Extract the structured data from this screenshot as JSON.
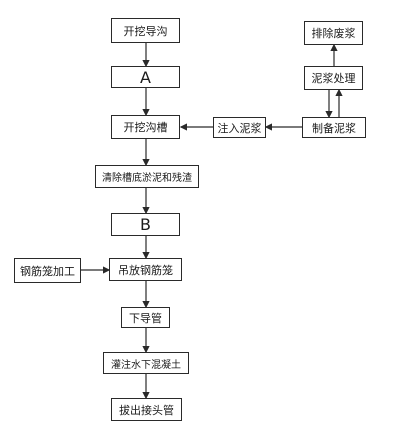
{
  "nodes": {
    "kaiwa_daogou": "开挖导沟",
    "step_a": "A",
    "kaiwa_gaocao": "开挖沟槽",
    "qingchu": "清除槽底淤泥和残渣",
    "step_b": "B",
    "diaofang": "吊放钢筋笼",
    "xiadaoguan": "下导管",
    "guanzhu": "灌注水下混凝土",
    "bachu": "拔出接头管",
    "paichu": "排除废浆",
    "nijiang_chuli": "泥浆处理",
    "zhiubei": "制备泥浆",
    "zhuru": "注入泥浆",
    "gangjin_jiagong": "钢筋笼加工"
  },
  "colors": {
    "line": "#2a2a2a",
    "box_border": "#2a2a2a"
  }
}
